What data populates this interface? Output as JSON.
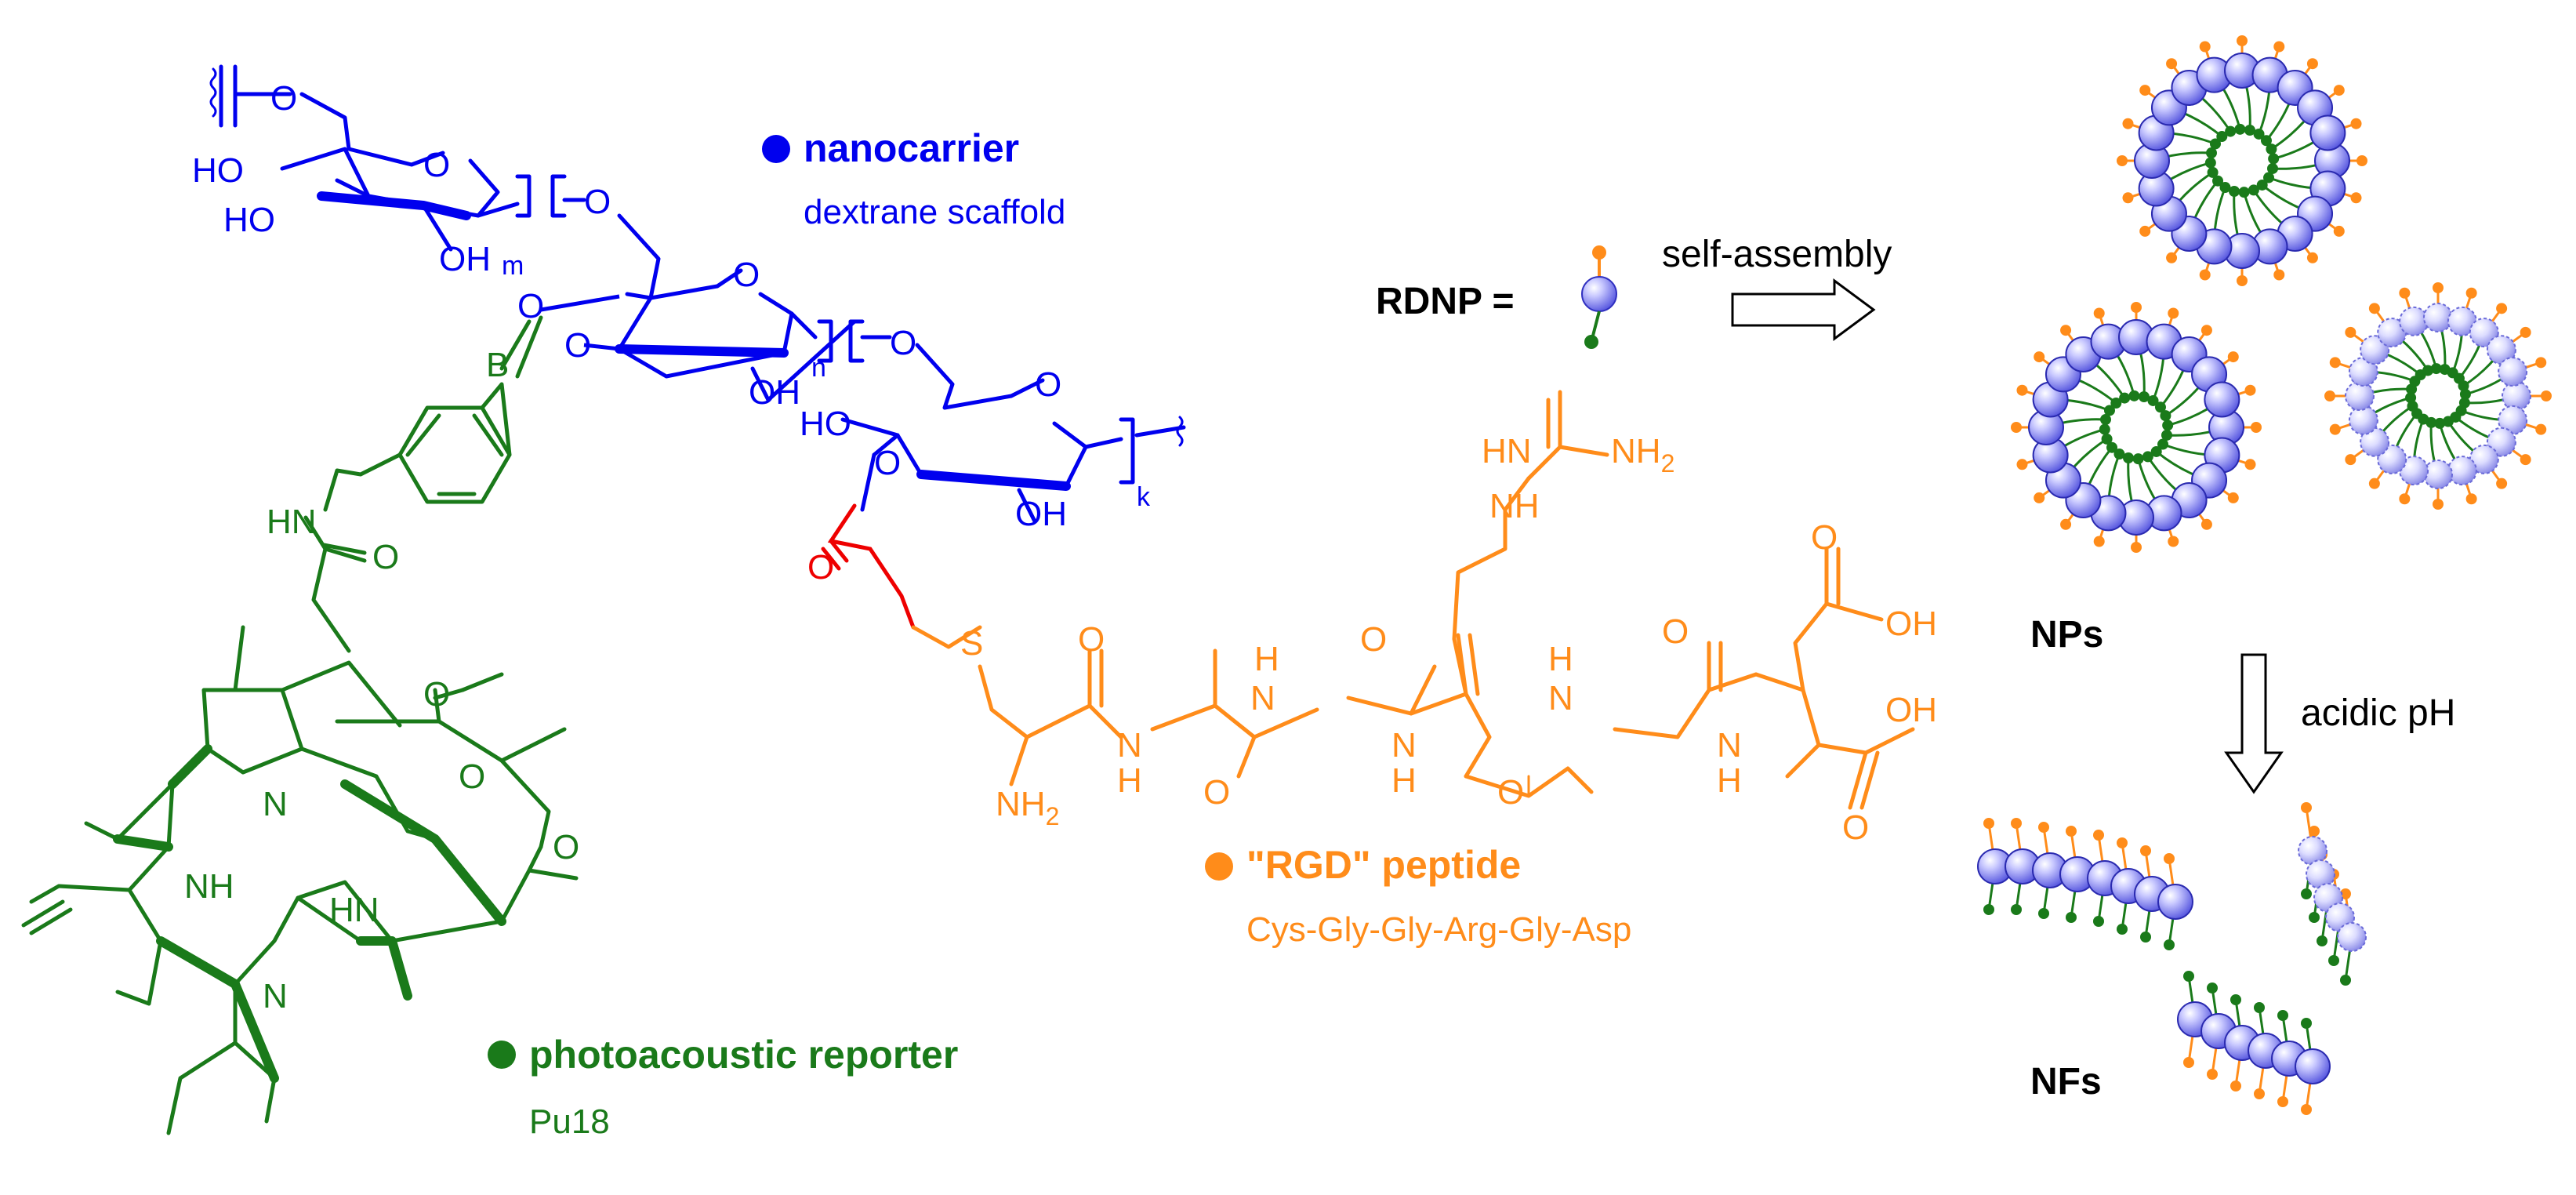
{
  "colors": {
    "blue": "#0000ee",
    "green": "#1a7a1a",
    "orange": "#ff8c1a",
    "red": "#ee0000",
    "black": "#000000",
    "sphere": "#8f8ff5",
    "sphere_light": "#c8c8ff"
  },
  "legend": {
    "nanocarrier": {
      "title": "nanocarrier",
      "subtitle": "dextrane scaffold"
    },
    "rgd": {
      "title": "\"RGD\" peptide",
      "subtitle": "Cys-Gly-Gly-Arg-Gly-Asp"
    },
    "reporter": {
      "title": "photoacoustic reporter",
      "subtitle": "Pu18"
    }
  },
  "scheme": {
    "rdnp_label": "RDNP =",
    "self_assembly_label": "self-assembly",
    "nps_label": "NPs",
    "acidic_label": "acidic pH",
    "nfs_label": "NFs"
  },
  "atoms": {
    "HO": "HO",
    "OH": "OH",
    "O": "O",
    "B": "B",
    "HN": "HN",
    "NH": "NH",
    "N": "N",
    "H": "H",
    "S": "S",
    "NH2": "NH",
    "sub2": "2",
    "m": "m",
    "n": "n",
    "k": "k"
  }
}
